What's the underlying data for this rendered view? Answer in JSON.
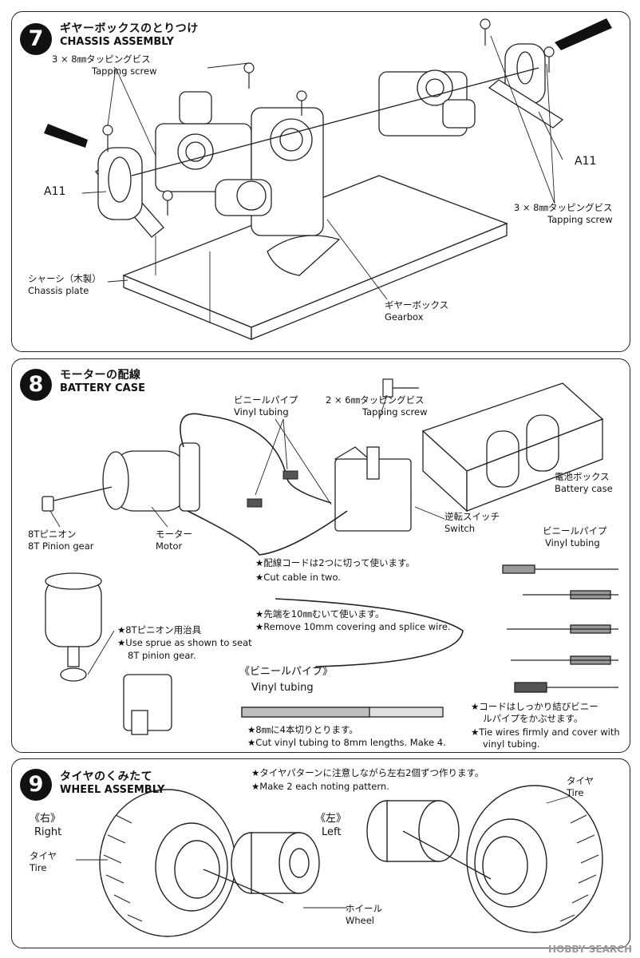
{
  "step7": {
    "number": "7",
    "title_jp": "ギヤーボックスのとりつけ",
    "title_en": "CHASSIS ASSEMBLY",
    "screw_left": {
      "jp": "3 × 8㎜タッピングビス",
      "en": "Tapping screw"
    },
    "a11_left": "A11",
    "a11_right": "A11",
    "screw_right": {
      "jp": "3 × 8㎜タッピングビス",
      "en": "Tapping screw"
    },
    "chassis_plate": {
      "jp": "シャーシ（木製）",
      "en": "Chassis plate"
    },
    "gearbox": {
      "jp": "ギヤーボックス",
      "en": "Gearbox"
    }
  },
  "step8": {
    "number": "8",
    "title_jp": "モーターの配線",
    "title_en": "BATTERY CASE",
    "vinyl_tubing": {
      "jp": "ビニールパイプ",
      "en": "Vinyl tubing"
    },
    "screw": {
      "jp": "2 × 6㎜タッピングビス",
      "en": "Tapping screw"
    },
    "battery_case": {
      "jp": "電池ボックス",
      "en": "Battery case"
    },
    "switch": {
      "jp": "逆転スイッチ",
      "en": "Switch"
    },
    "pinion": {
      "jp": "8Tピニオン",
      "en": "8T Pinion gear"
    },
    "motor": {
      "jp": "モーター",
      "en": "Motor"
    },
    "cut_cable_jp": "★配線コードは2つに切って使います。",
    "cut_cable_en": "★Cut cable in two.",
    "vinyl_tubing_right": {
      "jp": "ビニールパイプ",
      "en": "Vinyl tubing"
    },
    "strip_jp": "★先端を10㎜むいて使います。",
    "strip_en": "★Remove 10mm covering and splice wire.",
    "sprue_jp": "★8Tピニオン用治具",
    "sprue_en_1": "★Use sprue as shown to seat",
    "sprue_en_2": "8T pinion gear.",
    "vinyl_heading_jp": "《ビニールパイプ》",
    "vinyl_heading_en": "Vinyl tubing",
    "cut4_jp": "★8㎜に4本切りとります。",
    "cut4_en": "★Cut vinyl tubing to 8mm lengths. Make 4.",
    "tie_jp_1": "★コードはしっかり結びビニー",
    "tie_jp_2": "ルパイプをかぶせます。",
    "tie_en_1": "★Tie wires firmly and cover with",
    "tie_en_2": "vinyl tubing."
  },
  "step9": {
    "number": "9",
    "title_jp": "タイヤのくみたて",
    "title_en": "WHEEL ASSEMBLY",
    "note_jp": "★タイヤパターンに注意しながら左右2個ずつ作ります。",
    "note_en": "★Make 2 each noting pattern.",
    "right": {
      "jp": "《右》",
      "en": "Right"
    },
    "left": {
      "jp": "《左》",
      "en": "Left"
    },
    "tire_left": {
      "jp": "タイヤ",
      "en": "Tire"
    },
    "tire_right": {
      "jp": "タイヤ",
      "en": "Tire"
    },
    "wheel": {
      "jp": "ホイール",
      "en": "Wheel"
    }
  },
  "watermark": "HOBBY SEARCH"
}
